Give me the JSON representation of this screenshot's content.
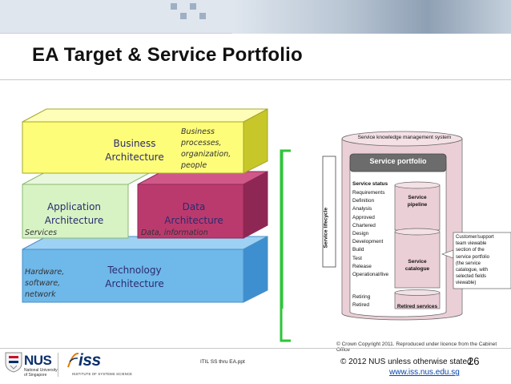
{
  "title": "EA Target & Service Portfolio",
  "layers": {
    "business": {
      "title_line1": "Business",
      "title_line2": "Architecture",
      "desc_line1": "Business",
      "desc_line2": "processes,",
      "desc_line3": "organization,",
      "desc_line4": "people"
    },
    "application": {
      "title_line1": "Application",
      "title_line2": "Architecture",
      "desc": "Services"
    },
    "data": {
      "title_line1": "Data",
      "title_line2": "Architecture",
      "desc": "Data, information"
    },
    "technology": {
      "title_line1": "Technology",
      "title_line2": "Architecture",
      "desc_line1": "Hardware,",
      "desc_line2": "software,",
      "desc_line3": "network"
    }
  },
  "itil": {
    "system_label": "Service knowledge management system",
    "portfolio_label": "Service portfolio",
    "lifecycle_label": "Service lifecycle",
    "status_header": "Service status",
    "statuses": [
      "Requirements",
      "Definition",
      "Analysis",
      "Approved",
      "Chartered",
      "Design",
      "Development",
      "Build",
      "Test",
      "Release",
      "Operational/live"
    ],
    "retired_statuses": [
      "Retiring",
      "Retired"
    ],
    "pipeline_line1": "Service",
    "pipeline_line2": "pipeline",
    "catalogue_line1": "Service",
    "catalogue_line2": "catalogue",
    "retired_services": "Retired services",
    "callout_lines": [
      "Customer/support",
      "team viewable",
      "section of the",
      "service portfolio",
      "(the service",
      "catalogue, with",
      "selected fields",
      "viewable)"
    ],
    "caption": "© Crown Copyright 2011.  Reproduced under licence from the Cabinet Office"
  },
  "footer": {
    "nus_logo_text": "NUS",
    "nus_sub_line1": "National University",
    "nus_sub_line2": "of Singapore",
    "iss_logo_text": "iss",
    "iss_sub": "INSTITUTE OF SYSTEMS SCIENCE",
    "file_name": "ITIL SS thru EA.ppt",
    "copyright": "© 2012 NUS unless otherwise stated.",
    "url": "www.iss.nus.edu.sg",
    "page_number": "26"
  },
  "colors": {
    "business": "#fdfd7a",
    "application": "#d7f3c4",
    "data": "#bb3a6e",
    "technology": "#6fb8ea",
    "bracket": "#2fc43a"
  }
}
